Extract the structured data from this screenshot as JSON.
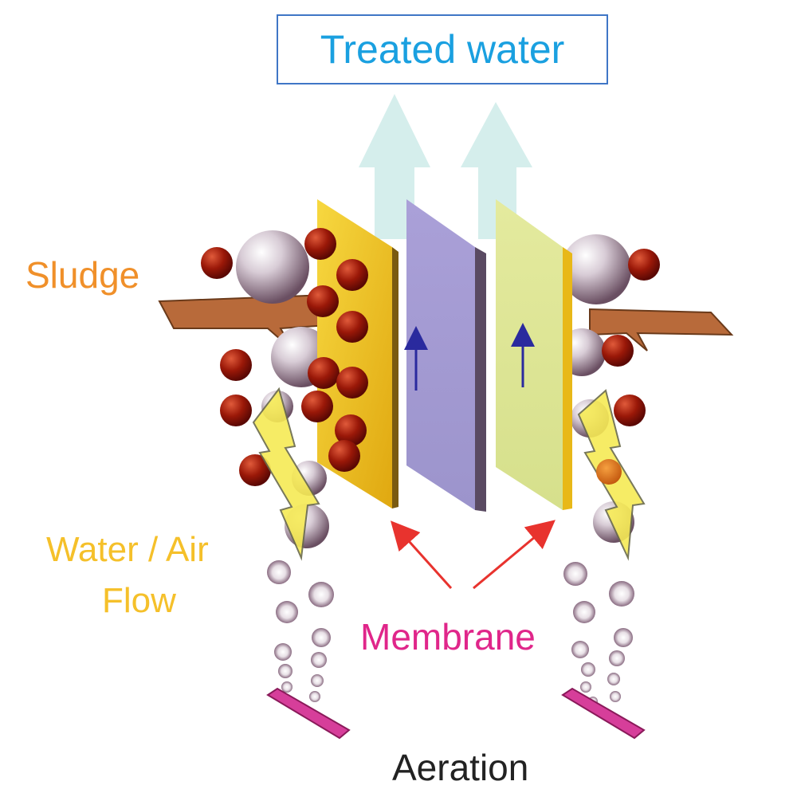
{
  "labels": {
    "treated_water": "Treated water",
    "sludge": "Sludge",
    "water_air": "Water / Air",
    "flow": "Flow",
    "membrane": "Membrane",
    "aeration": "Aeration"
  },
  "colors": {
    "treated_water_text": "#1aa0e0",
    "treated_water_border": "#3f76c6",
    "sludge_text": "#f0902a",
    "water_air_flow_text": "#f5c02a",
    "membrane_text": "#e0268a",
    "aeration_text": "#222222",
    "membrane_pointer": "#e8332e",
    "yellow_plate": "#f2c418",
    "violet_panel": "#a49ad2",
    "light_yellow_panel": "#dfe69a",
    "sludge_particle": "#8c1206",
    "bubble": "#b9a8b6",
    "aerator": "#d63e9a",
    "sludge_band": "#b86a3a",
    "flow_arrow": "#f6ea55",
    "treated_water_arrow": "#c7e8e6",
    "upward_arrow": "#2a2a9e"
  }
}
